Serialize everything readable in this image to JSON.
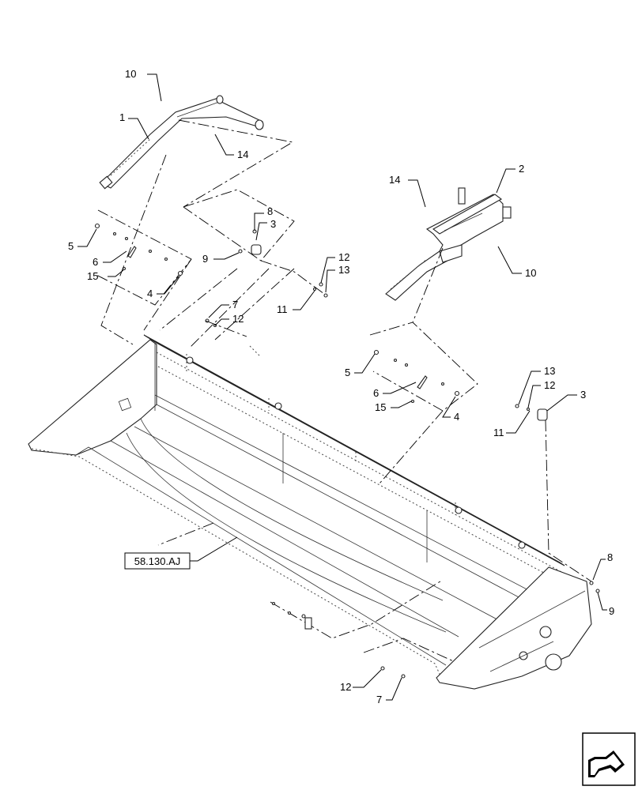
{
  "callouts": {
    "c10a": "10",
    "c1": "1",
    "c14a": "14",
    "c8a": "8",
    "c3a": "3",
    "c5a": "5",
    "c9a": "9",
    "c6a": "6",
    "c15a": "15",
    "c12a": "12",
    "c13a": "13",
    "c4a": "4",
    "c11a": "11",
    "c7a": "7",
    "c12b": "12",
    "c14b": "14",
    "c2": "2",
    "c10b": "10",
    "c5b": "5",
    "c6b": "6",
    "c15b": "15",
    "c4b": "4",
    "c13b": "13",
    "c12c": "12",
    "c3b": "3",
    "c11b": "11",
    "c8b": "8",
    "c9b": "9",
    "c12d": "12",
    "c7b": "7"
  },
  "reference_label": "58.130.AJ",
  "nav_icon": "next-page-arrow-icon"
}
